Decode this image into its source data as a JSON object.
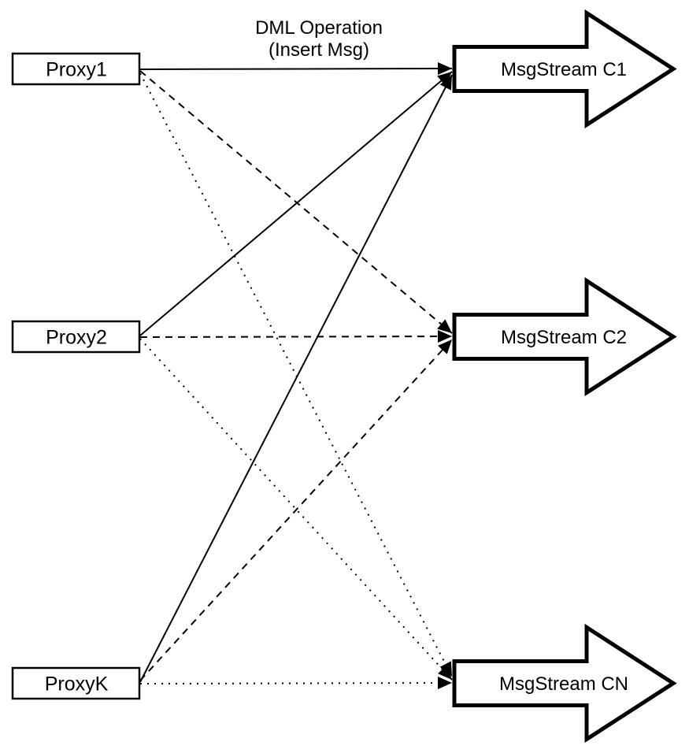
{
  "colors": {
    "background": "#ffffff",
    "stroke": "#000000",
    "shape_fill": "#ffffff"
  },
  "title": {
    "line1": "DML Operation",
    "line2": "(Insert Msg)"
  },
  "proxies": [
    {
      "id": "proxy1",
      "label": "Proxy1"
    },
    {
      "id": "proxy2",
      "label": "Proxy2"
    },
    {
      "id": "proxyk",
      "label": "ProxyK"
    }
  ],
  "streams": [
    {
      "id": "msgstream-c1",
      "label": "MsgStream C1",
      "incoming_line_style": "solid"
    },
    {
      "id": "msgstream-c2",
      "label": "MsgStream C2",
      "incoming_line_style": "dashed"
    },
    {
      "id": "msgstream-cn",
      "label": "MsgStream CN",
      "incoming_line_style": "dotted"
    }
  ],
  "connections": [
    {
      "from": "Proxy1",
      "to": "MsgStream C1",
      "style": "solid"
    },
    {
      "from": "Proxy2",
      "to": "MsgStream C1",
      "style": "solid"
    },
    {
      "from": "ProxyK",
      "to": "MsgStream C1",
      "style": "solid"
    },
    {
      "from": "Proxy1",
      "to": "MsgStream C2",
      "style": "dashed"
    },
    {
      "from": "Proxy2",
      "to": "MsgStream C2",
      "style": "dashed"
    },
    {
      "from": "ProxyK",
      "to": "MsgStream C2",
      "style": "dashed"
    },
    {
      "from": "Proxy1",
      "to": "MsgStream CN",
      "style": "dotted"
    },
    {
      "from": "Proxy2",
      "to": "MsgStream CN",
      "style": "dotted"
    },
    {
      "from": "ProxyK",
      "to": "MsgStream CN",
      "style": "dotted"
    }
  ]
}
